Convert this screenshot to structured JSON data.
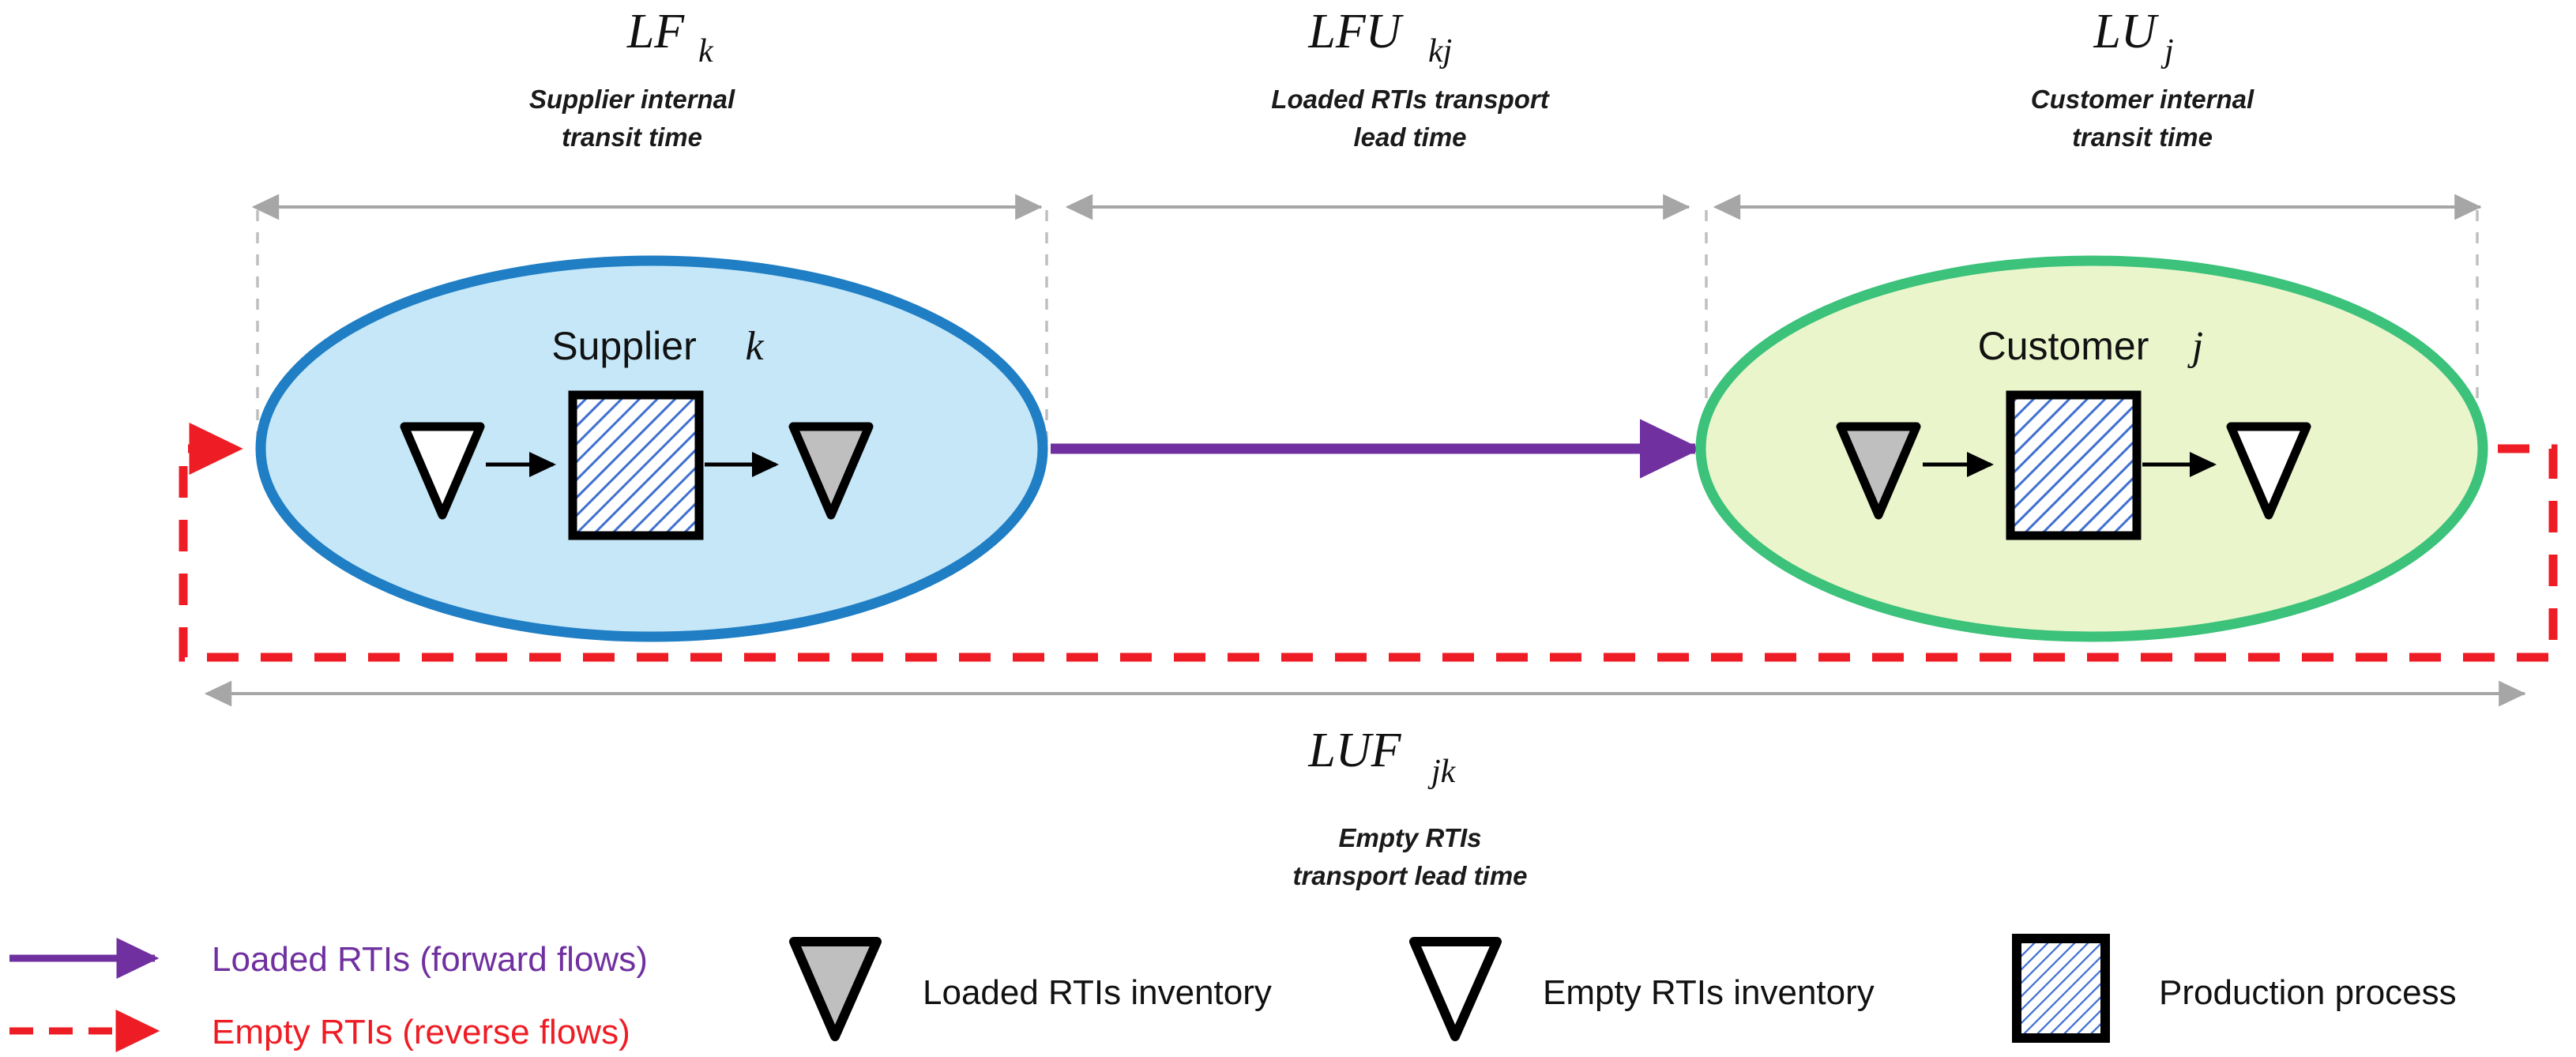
{
  "diagram": {
    "title_absent": true,
    "colors": {
      "supplier_fill": "#c5e7f8",
      "supplier_stroke": "#1f7ec4",
      "customer_fill": "#eaf5cc",
      "customer_stroke": "#3cc27a",
      "forward_flow": "#7030a0",
      "reverse_flow": "#ee1c24",
      "measure_arrow": "#a6a6a6",
      "guide_line": "#bfbfbf",
      "loaded_inventory_fill": "#bfbfbf",
      "empty_inventory_fill": "#ffffff",
      "production_hatch": "#3f6fd1"
    },
    "measures": [
      {
        "id": "lf-k",
        "symbol": "LF",
        "subscript": "k",
        "caption_line1": "Supplier internal",
        "caption_line2": "transit time"
      },
      {
        "id": "lfu-kj",
        "symbol": "LFU",
        "subscript": "kj",
        "caption_line1": "Loaded RTIs transport",
        "caption_line2": "lead time"
      },
      {
        "id": "lu-j",
        "symbol": "LU",
        "subscript": "j",
        "caption_line1": "Customer internal",
        "caption_line2": "transit time"
      },
      {
        "id": "luf-jk",
        "symbol": "LUF",
        "subscript": "jk",
        "caption_line1": "Empty RTIs",
        "caption_line2": "transport lead time"
      }
    ],
    "nodes": [
      {
        "id": "supplier",
        "label": "Supplier",
        "index": "k",
        "inbound_inventory": "empty-rtis-inventory",
        "outbound_inventory": "loaded-rtis-inventory"
      },
      {
        "id": "customer",
        "label": "Customer",
        "index": "j",
        "inbound_inventory": "loaded-rtis-inventory",
        "outbound_inventory": "empty-rtis-inventory"
      }
    ]
  },
  "legend": {
    "flows": [
      {
        "id": "forward",
        "label": "Loaded RTIs (forward flows)",
        "color": "#7030a0",
        "style": "solid-arrow"
      },
      {
        "id": "reverse",
        "label": "Empty RTIs (reverse flows)",
        "color": "#ee1c24",
        "style": "dashed-arrow"
      }
    ],
    "symbols": [
      {
        "id": "loaded-inventory",
        "label": "Loaded RTIs inventory",
        "glyph": "filled-down-triangle"
      },
      {
        "id": "empty-inventory",
        "label": "Empty RTIs inventory",
        "glyph": "hollow-down-triangle"
      },
      {
        "id": "production",
        "label": "Production process",
        "glyph": "hatched-rectangle"
      }
    ]
  }
}
